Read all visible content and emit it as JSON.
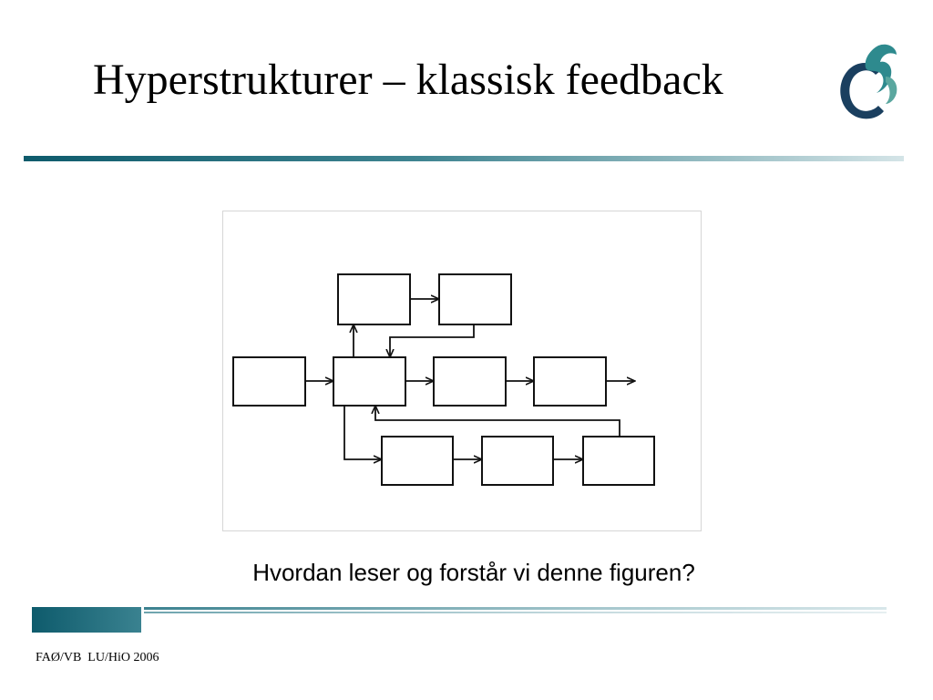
{
  "slide": {
    "title": "Hyperstrukturer – klassisk feedback",
    "question": "Hvordan leser og forstår vi denne figuren?",
    "footer": "FAØ/VB  LU/HiO 2006"
  },
  "colors": {
    "accent_dark": "#0e5b6c",
    "accent_light": "#9cc0c6",
    "logo_blue": "#1a3f5f",
    "logo_teal": "#2e8a8e"
  },
  "icons": {
    "logo": "hio-logo-icon"
  }
}
